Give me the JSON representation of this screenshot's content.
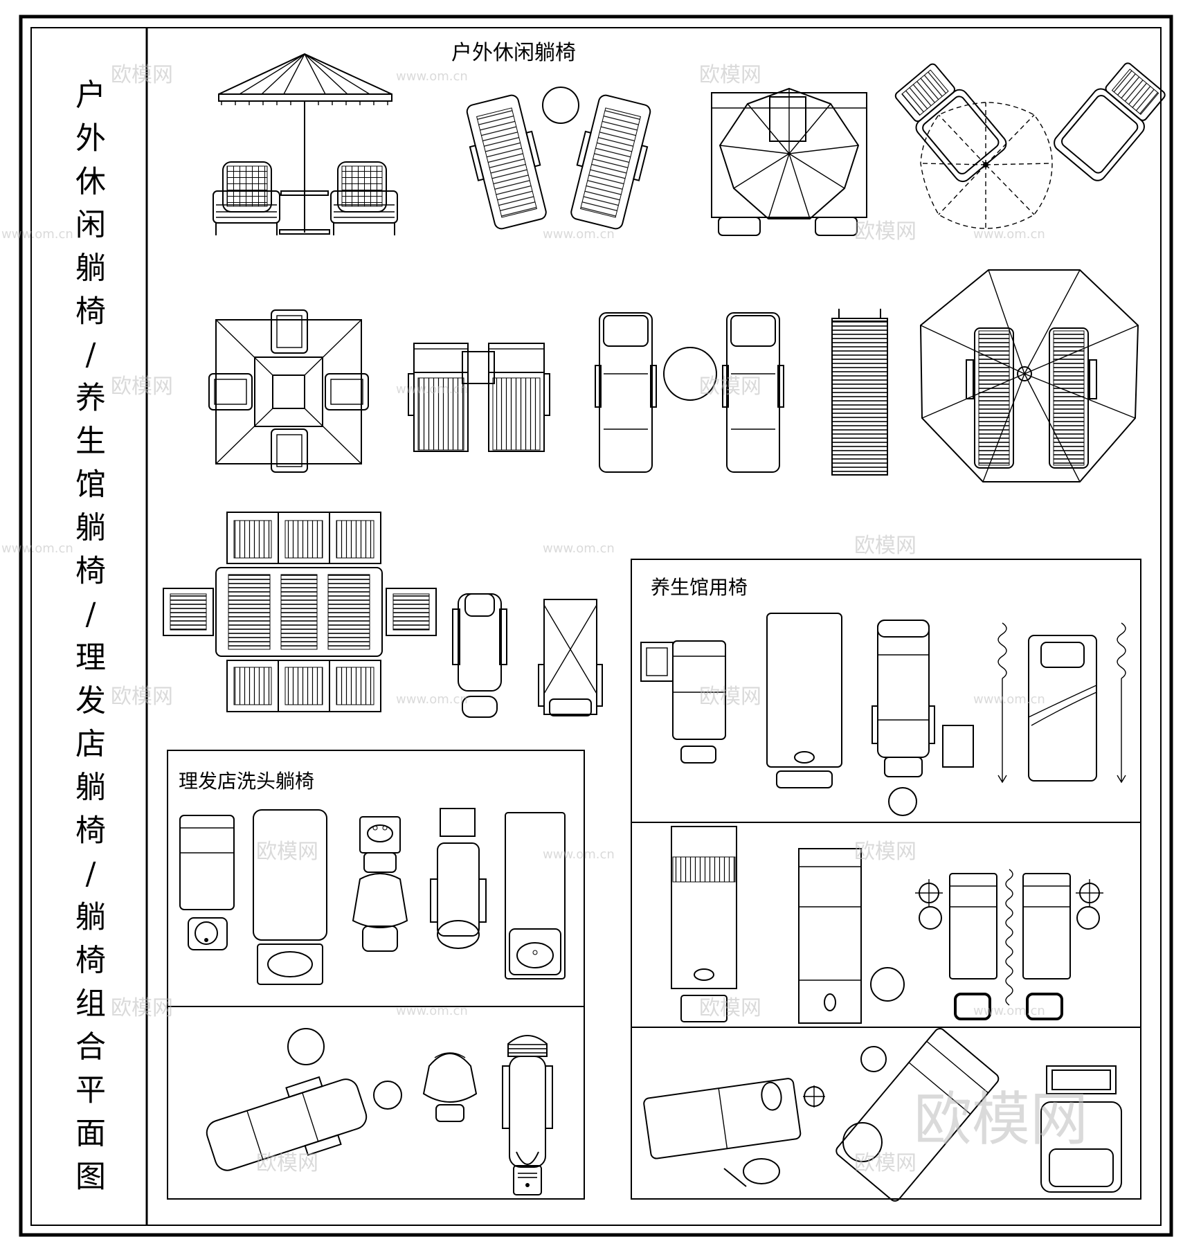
{
  "sidebar": {
    "title_chars": [
      "户",
      "外",
      "休",
      "闲",
      "躺",
      "椅",
      "/",
      "养",
      "生",
      "馆",
      "躺",
      "椅",
      "/",
      "理",
      "发",
      "店",
      "躺",
      "椅",
      "/",
      "躺",
      "椅",
      "组",
      "合",
      "平",
      "面",
      "图"
    ]
  },
  "sections": {
    "outdoor_title": "户外休闲躺椅",
    "spa_title": "养生馆用椅",
    "barber_title": "理发店洗头躺椅"
  },
  "watermark": {
    "brand": "欧模网",
    "url": "www.om.cn",
    "brand_large": "欧模网"
  }
}
